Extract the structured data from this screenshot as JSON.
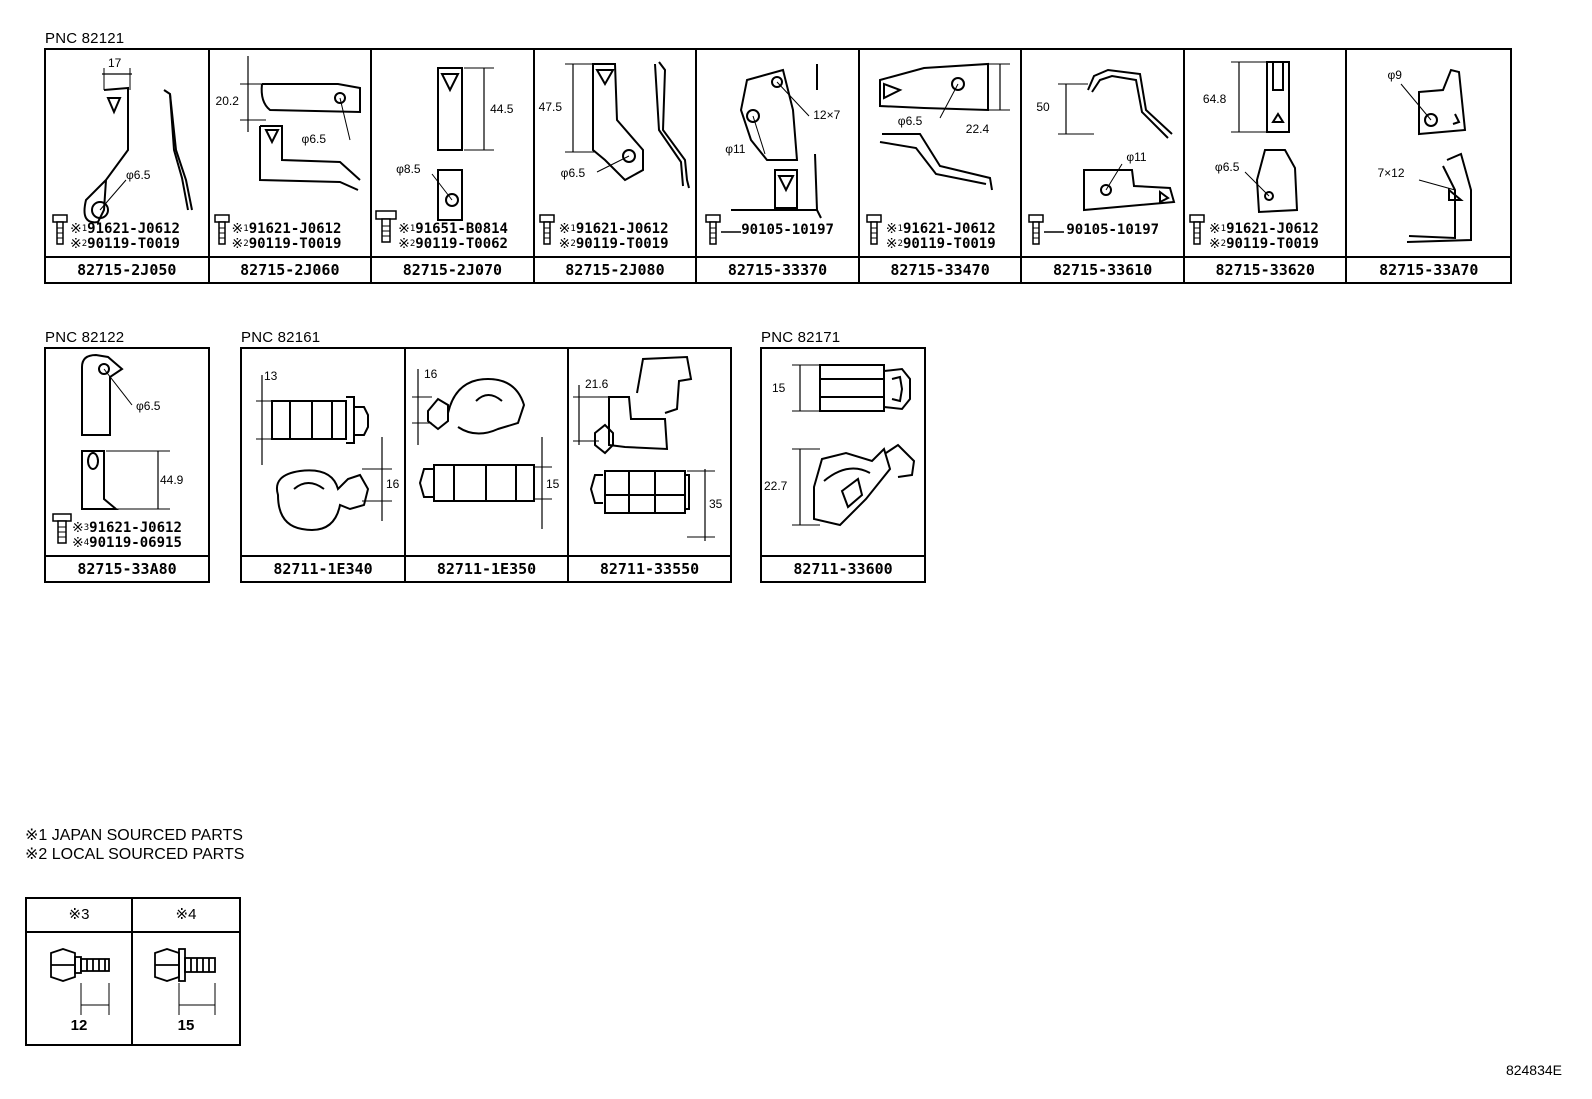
{
  "groups": [
    {
      "pnc": "PNC 82121",
      "parts": [
        {
          "part_no": "82715-2J050",
          "dims": [
            "17",
            "φ6.5"
          ],
          "bolts": [
            {
              "mark": "※",
              "sup": "1",
              "no": "91621-J0612"
            },
            {
              "mark": "※",
              "sup": "2",
              "no": "90119-T0019"
            }
          ]
        },
        {
          "part_no": "82715-2J060",
          "dims": [
            "20.2",
            "φ6.5"
          ],
          "bolts": [
            {
              "mark": "※",
              "sup": "1",
              "no": "91621-J0612"
            },
            {
              "mark": "※",
              "sup": "2",
              "no": "90119-T0019"
            }
          ]
        },
        {
          "part_no": "82715-2J070",
          "dims": [
            "44.5",
            "φ8.5"
          ],
          "bolts": [
            {
              "mark": "※",
              "sup": "1",
              "no": "91651-B0814"
            },
            {
              "mark": "※",
              "sup": "2",
              "no": "90119-T0062"
            }
          ]
        },
        {
          "part_no": "82715-2J080",
          "dims": [
            "47.5",
            "φ6.5"
          ],
          "bolts": [
            {
              "mark": "※",
              "sup": "1",
              "no": "91621-J0612"
            },
            {
              "mark": "※",
              "sup": "2",
              "no": "90119-T0019"
            }
          ]
        },
        {
          "part_no": "82715-33370",
          "dims": [
            "12×7",
            "φ11"
          ],
          "bolts": [
            {
              "mark": "",
              "sup": "",
              "no": "90105-10197"
            }
          ]
        },
        {
          "part_no": "82715-33470",
          "dims": [
            "φ6.5",
            "22.4"
          ],
          "bolts": [
            {
              "mark": "※",
              "sup": "1",
              "no": "91621-J0612"
            },
            {
              "mark": "※",
              "sup": "2",
              "no": "90119-T0019"
            }
          ]
        },
        {
          "part_no": "82715-33610",
          "dims": [
            "50",
            "φ11"
          ],
          "bolts": [
            {
              "mark": "",
              "sup": "",
              "no": "90105-10197"
            }
          ]
        },
        {
          "part_no": "82715-33620",
          "dims": [
            "64.8",
            "φ6.5"
          ],
          "bolts": [
            {
              "mark": "※",
              "sup": "1",
              "no": "91621-J0612"
            },
            {
              "mark": "※",
              "sup": "2",
              "no": "90119-T0019"
            }
          ]
        },
        {
          "part_no": "82715-33A70",
          "dims": [
            "φ9",
            "7×12"
          ],
          "bolts": []
        }
      ]
    },
    {
      "pnc": "PNC 82122",
      "parts": [
        {
          "part_no": "82715-33A80",
          "dims": [
            "φ6.5",
            "44.9"
          ],
          "bolts": [
            {
              "mark": "※",
              "sup": "3",
              "no": "91621-J0612"
            },
            {
              "mark": "※",
              "sup": "4",
              "no": "90119-06915"
            }
          ]
        }
      ]
    },
    {
      "pnc": "PNC 82161",
      "parts": [
        {
          "part_no": "82711-1E340",
          "dims": [
            "13",
            "16"
          ],
          "bolts": []
        },
        {
          "part_no": "82711-1E350",
          "dims": [
            "16",
            "15"
          ],
          "bolts": []
        },
        {
          "part_no": "82711-33550",
          "dims": [
            "21.6",
            "35"
          ],
          "bolts": []
        }
      ]
    },
    {
      "pnc": "PNC 82171",
      "parts": [
        {
          "part_no": "82711-33600",
          "dims": [
            "15",
            "22.7"
          ],
          "bolts": []
        }
      ]
    }
  ],
  "notes": [
    "※1 JAPAN SOURCED PARTS",
    "※2 LOCAL SOURCED PARTS"
  ],
  "bolt_table": [
    {
      "header": "※3",
      "length": "12"
    },
    {
      "header": "※4",
      "length": "15"
    }
  ],
  "diagram_code": "824834E"
}
